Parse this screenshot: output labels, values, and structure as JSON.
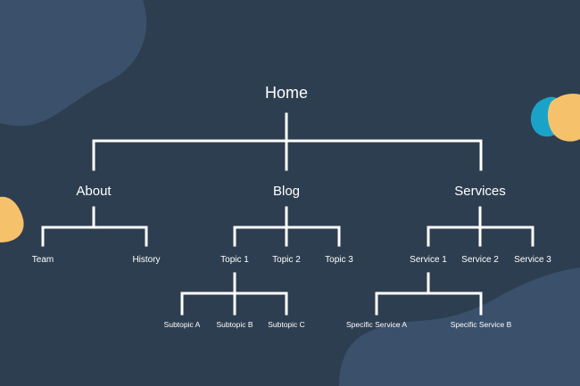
{
  "colors": {
    "background": "#2d3e50",
    "blob_dark": "#3a506b",
    "blob_yellow": "#f5c26b",
    "blob_teal": "#1aa3c9",
    "line": "#ffffff",
    "text": "#ffffff"
  },
  "tree": {
    "root": "Home",
    "sections": [
      {
        "label": "About",
        "children": [
          {
            "label": "Team"
          },
          {
            "label": "History"
          }
        ]
      },
      {
        "label": "Blog",
        "children": [
          {
            "label": "Topic 1",
            "children": [
              {
                "label": "Subtopic A"
              },
              {
                "label": "Subtopic B"
              },
              {
                "label": "Subtopic C"
              }
            ]
          },
          {
            "label": "Topic 2"
          },
          {
            "label": "Topic 3"
          }
        ]
      },
      {
        "label": "Services",
        "children": [
          {
            "label": "Service 1",
            "children": [
              {
                "label": "Specific Service A"
              },
              {
                "label": "Specific Service B"
              }
            ]
          },
          {
            "label": "Service 2"
          },
          {
            "label": "Service 3"
          }
        ]
      }
    ]
  }
}
